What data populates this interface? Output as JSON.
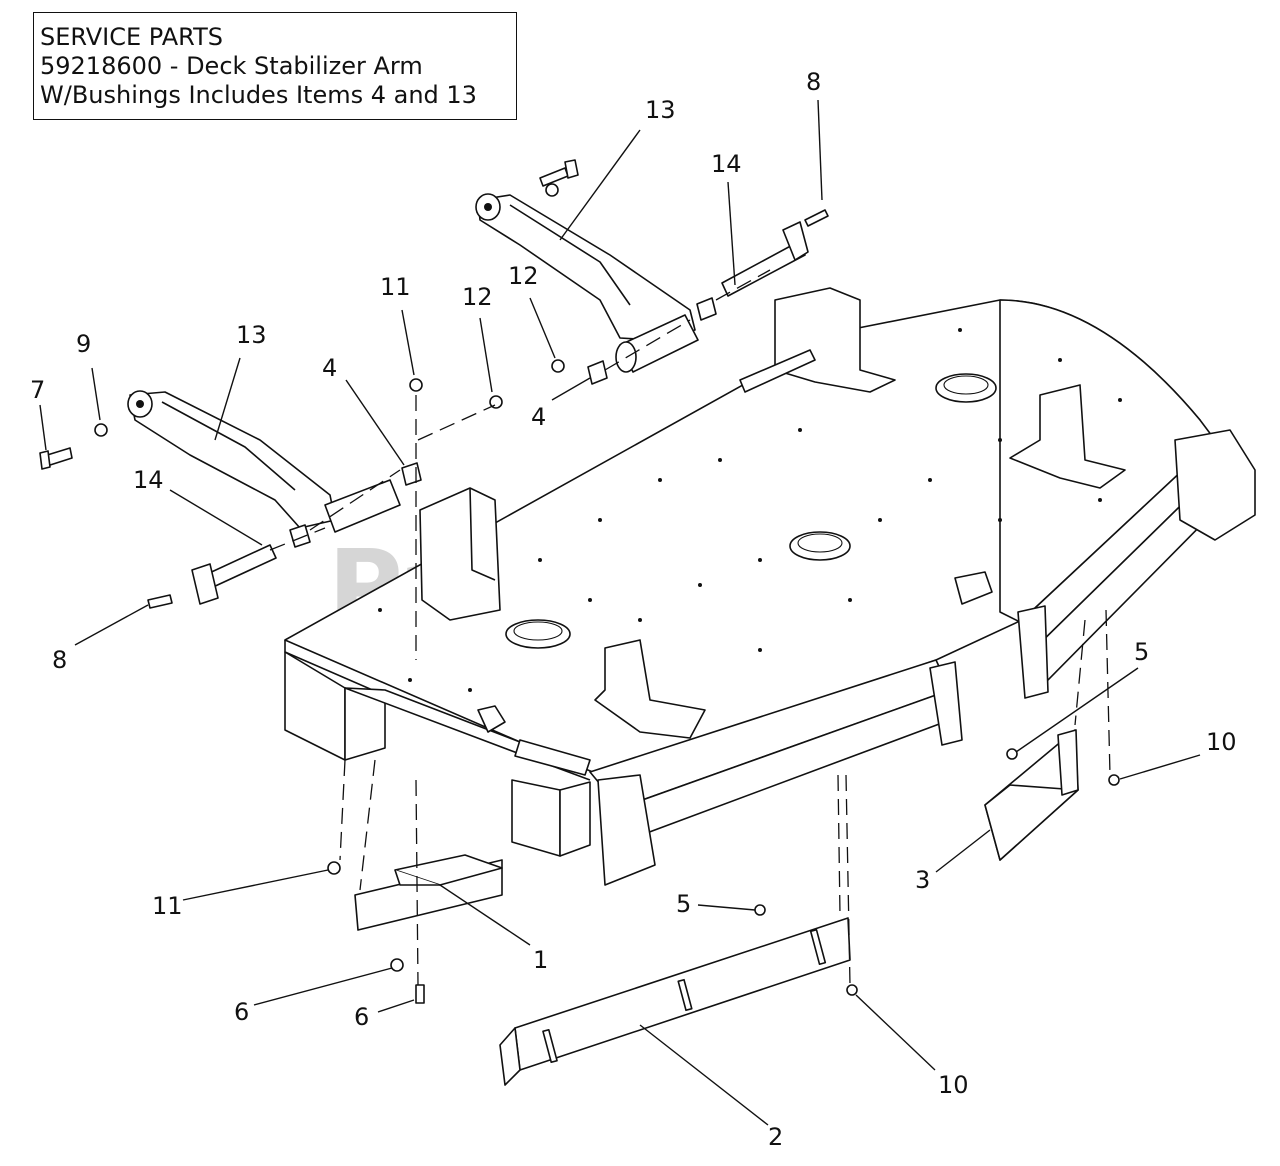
{
  "service_box": {
    "line1": "SERVICE PARTS",
    "line2": "59218600 - Deck Stabilizer Arm",
    "line3": "W/Bushings Includes Items 4 and 13"
  },
  "watermark": {
    "brand": "PartsTree",
    "tm": "™"
  },
  "callouts": {
    "c13_top": "13",
    "c8_top": "8",
    "c14_top": "14",
    "c11_top": "11",
    "c12_top": "12",
    "c12_mid": "12",
    "c9": "9",
    "c7": "7",
    "c13_left": "13",
    "c4_left": "4",
    "c4_mid": "4",
    "c14_left": "14",
    "c8_left": "8",
    "c5_right": "5",
    "c10_right": "10",
    "c3": "3",
    "c11_bottom": "11",
    "c1": "1",
    "c5_bottom": "5",
    "c6_left": "6",
    "c6_bottom": "6",
    "c10_bottom": "10",
    "c2": "2"
  }
}
